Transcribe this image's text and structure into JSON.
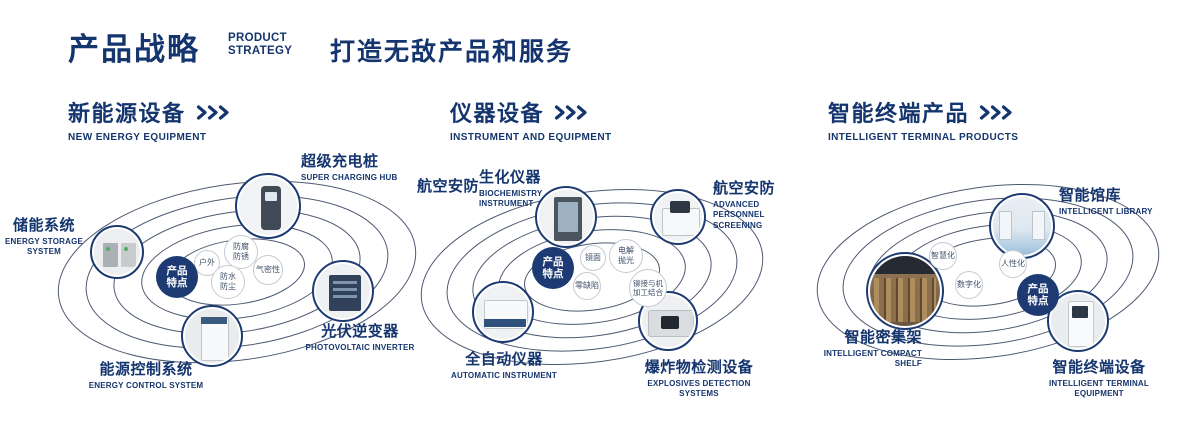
{
  "header": {
    "title": "产品战略",
    "en1": "PRODUCT",
    "en2": "STRATEGY",
    "tagline": "打造无敌产品和服务"
  },
  "colors": {
    "accent_navy": "#15356e"
  },
  "sections": {
    "new_energy": {
      "title": "新能源设备",
      "subtitle": "NEW ENERGY EQUIPMENT",
      "badge": "产品特点",
      "products": {
        "storage": {
          "name": "储能系统",
          "en": "ENERGY STORAGE SYSTEM"
        },
        "charging": {
          "name": "超级充电桩",
          "en": "SUPER CHARGING HUB"
        },
        "inverter": {
          "name": "光伏逆变器",
          "en": "PHOTOVOLTAIC INVERTER"
        },
        "control": {
          "name": "能源控制系统",
          "en": "ENERGY CONTROL SYSTEM"
        }
      },
      "features": {
        "f1": "户外",
        "f2": "防腐防锈",
        "f3": "气密性",
        "f4": "防水防尘"
      }
    },
    "instruments": {
      "title": "仪器设备",
      "subtitle": "INSTRUMENT AND EQUIPMENT",
      "badge": "产品特点",
      "aviation_label": "航空安防",
      "products": {
        "biochem": {
          "name": "生化仪器",
          "en": "BIOCHEMISTRY INSTRUMENT"
        },
        "screening": {
          "name": "航空安防",
          "en": "ADVANCED PERSONNEL SCREENING"
        },
        "automatic": {
          "name": "全自动仪器",
          "en": "AUTOMATIC INSTRUMENT"
        },
        "explosives": {
          "name": "爆炸物检测设备",
          "en": "EXPLOSIVES DETECTION SYSTEMS"
        }
      },
      "features": {
        "f1": "镜面",
        "f2": "电解抛光",
        "f3": "零缺陷",
        "f4": "铆接与机加工结合"
      }
    },
    "terminal": {
      "title": "智能终端产品",
      "subtitle": "INTELLIGENT TERMINAL PRODUCTS",
      "badge": "产品特点",
      "products": {
        "library": {
          "name": "智能馆库",
          "en": "INTELLIGENT LIBRARY"
        },
        "shelf": {
          "name": "智能密集架",
          "en": "INTELLIGENT COMPACT SHELF"
        },
        "kiosk": {
          "name": "智能终端设备",
          "en": "INTELLIGENT TERMINAL EQUIPMENT"
        }
      },
      "features": {
        "f1": "智慧化",
        "f2": "人性化",
        "f3": "数字化"
      }
    }
  }
}
